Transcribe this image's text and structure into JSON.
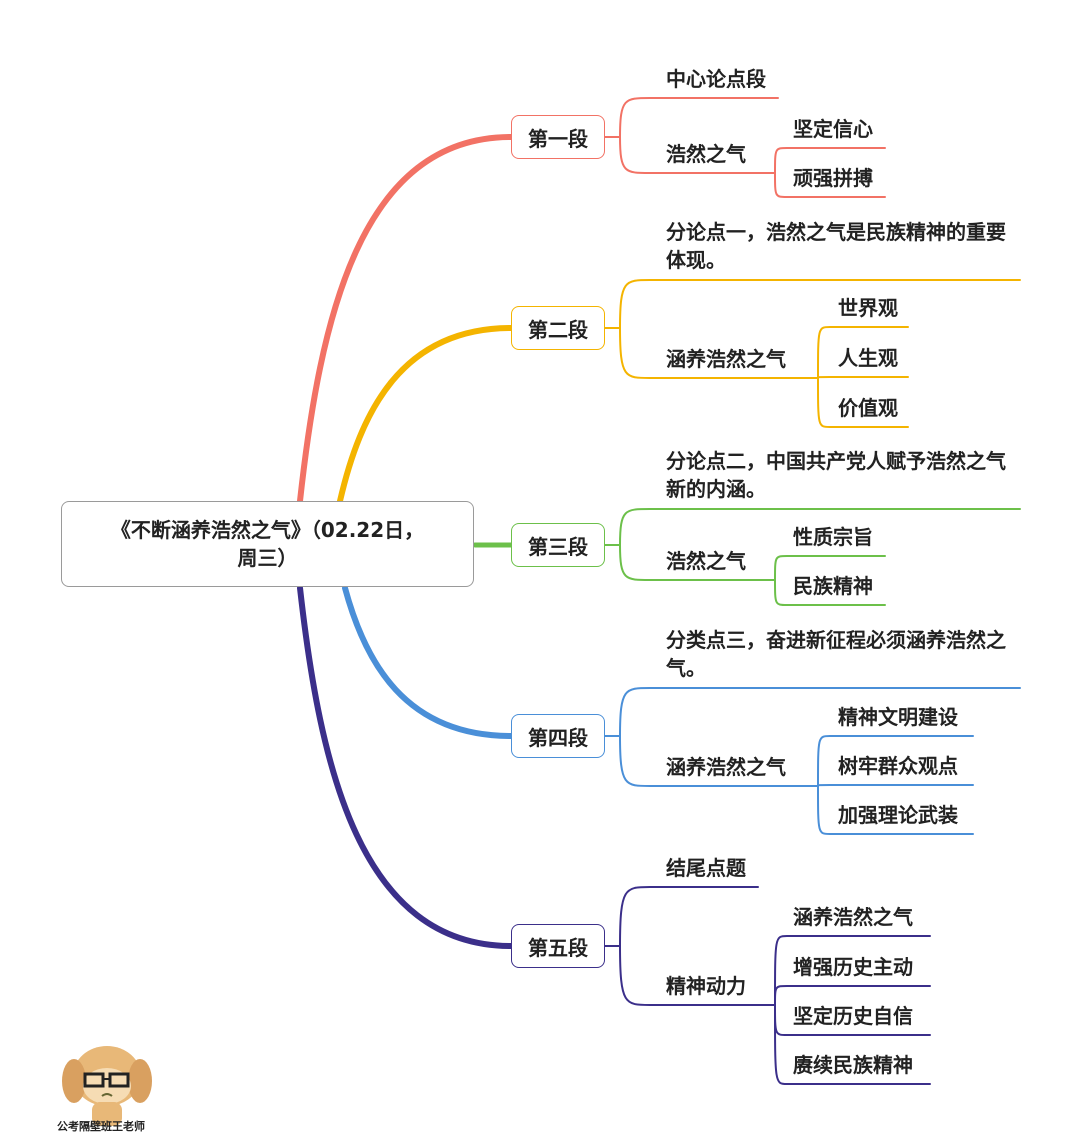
{
  "root": {
    "title": "《不断涵养浩然之气》（02.22日，周三）"
  },
  "branches": [
    {
      "label": "第一段",
      "color": "#f27265",
      "children": [
        {
          "text": "中心论点段",
          "children": []
        },
        {
          "text": "浩然之气",
          "children": [
            "坚定信心",
            "顽强拼搏"
          ]
        }
      ]
    },
    {
      "label": "第二段",
      "color": "#f4b400",
      "children": [
        {
          "text": "分论点一，浩然之气是民族精神的重要体现。",
          "children": []
        },
        {
          "text": "涵养浩然之气",
          "children": [
            "世界观",
            "人生观",
            "价值观"
          ]
        }
      ]
    },
    {
      "label": "第三段",
      "color": "#6cc04a",
      "children": [
        {
          "text": "分论点二，中国共产党人赋予浩然之气新的内涵。",
          "children": []
        },
        {
          "text": "浩然之气",
          "children": [
            "性质宗旨",
            "民族精神"
          ]
        }
      ]
    },
    {
      "label": "第四段",
      "color": "#4a8fd8",
      "children": [
        {
          "text": "分类点三，奋进新征程必须涵养浩然之气。",
          "children": []
        },
        {
          "text": "涵养浩然之气",
          "children": [
            "精神文明建设",
            "树牢群众观点",
            "加强理论武装"
          ]
        }
      ]
    },
    {
      "label": "第五段",
      "color": "#3b2f8a",
      "children": [
        {
          "text": "结尾点题",
          "children": []
        },
        {
          "text": "精神动力",
          "children": [
            "涵养浩然之气",
            "增强历史主动",
            "坚定历史自信",
            "赓续民族精神"
          ]
        }
      ]
    }
  ],
  "watermark": {
    "caption": "公考隔壁班王老师"
  }
}
